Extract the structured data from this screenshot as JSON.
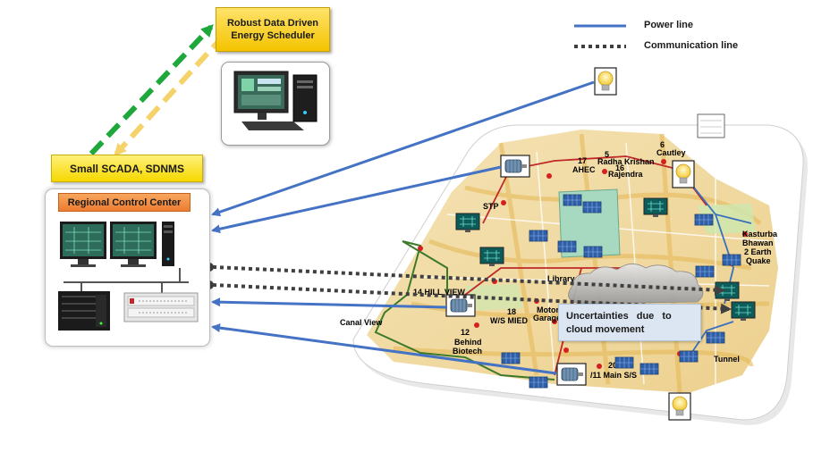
{
  "scheduler": {
    "line1": "Robust Data Driven",
    "line2": "Energy Scheduler"
  },
  "scada": {
    "label": "Small SCADA, SDNMS"
  },
  "rcc": {
    "label": "Regional Control Center"
  },
  "legend": {
    "power_line": "Power line",
    "communication_line": "Communication line"
  },
  "callout": {
    "line1": "Uncertainties due to",
    "line2": "cloud movement"
  },
  "map_labels": {
    "l17": "17",
    "ahec": "AHEC",
    "l5": "5",
    "radha": "Radha Krishan",
    "l16": "16",
    "rajendra": "Rajendra",
    "l6": "6",
    "cautley": "Cautley",
    "kasturba": "Kasturba",
    "bhawan": "Bhawan",
    "earth": "2 Earth",
    "quake": "Quake",
    "hillview": "14 HILL VIEW",
    "l18": "18",
    "wsmied": "W/S MIED",
    "motor": "Motor",
    "garage": "Garage",
    "l12": "12",
    "behind": "Behind",
    "biotech": "Biotech",
    "canalview": "Canal View",
    "l20": "20",
    "main": "/11 Main S/S",
    "tunnel": "Tunnel",
    "library": "Library",
    "stp": "STP"
  },
  "colors": {
    "power_line": "#4472c4",
    "communication_line": "#404040",
    "green_arrow": "#1ea83c",
    "yellow_arrow": "#f5d36a",
    "map_base": "#f2d79a",
    "road": "#e9c46a",
    "scheduler_box": "#f4c400",
    "scada_box": "#f6d800",
    "rcc_label": "#ed7d31",
    "callout": "#dce6f2"
  },
  "icons": [
    "bulb-icon",
    "motor-icon",
    "solar-panel-icon",
    "monitor-icon",
    "server-icon",
    "desktop-computer-icon",
    "cloud-icon"
  ]
}
